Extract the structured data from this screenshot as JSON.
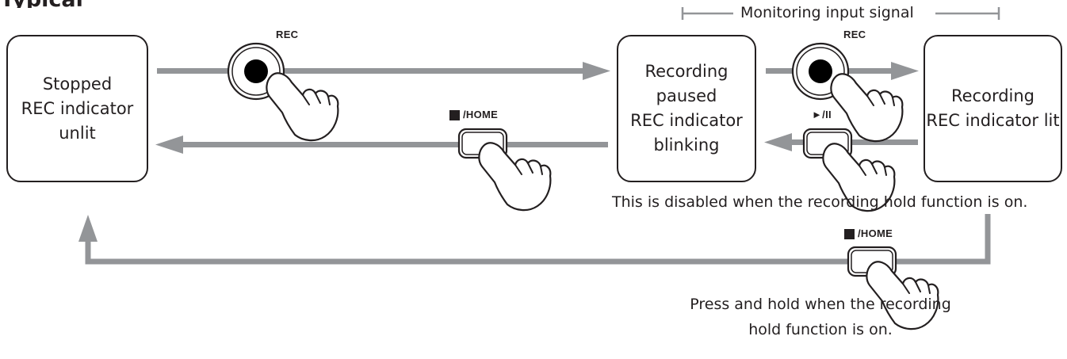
{
  "heading": "Typical",
  "states": {
    "stopped": [
      "Stopped",
      "REC indicator",
      "unlit"
    ],
    "paused": [
      "Recording",
      "paused",
      "REC indicator",
      "blinking"
    ],
    "recording": [
      "Recording",
      "REC indicator lit"
    ]
  },
  "buttons": {
    "rec_label": "REC",
    "stop_home_label": "/HOME",
    "play_pause_label": "►/II"
  },
  "notes": {
    "monitoring": "Monitoring input signal",
    "disabled_hold": "This is disabled when the recording hold function is on.",
    "press_hold_line1": "Press and hold when the recording",
    "press_hold_line2": "hold function is on."
  },
  "colors": {
    "arrow": "#939598",
    "outline": "#231f20",
    "background": "#ffffff"
  }
}
